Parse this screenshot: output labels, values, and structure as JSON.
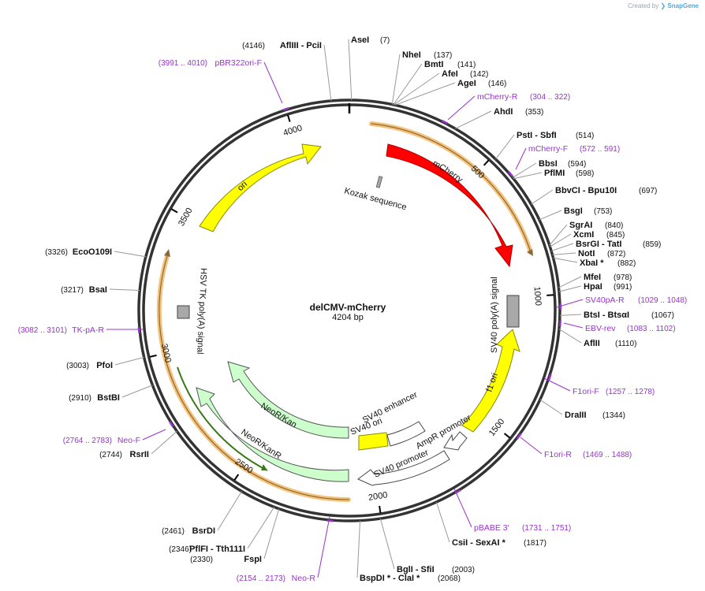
{
  "credit": {
    "prefix": "Created by",
    "brand": "SnapGene"
  },
  "plasmid": {
    "name": "delCMV-mCherry",
    "size_label": "4204 bp",
    "length": 4204
  },
  "colors": {
    "backbone": "#333333",
    "primer": "#9933cc",
    "orange_highlight": "#f5c27a",
    "mCherry": "#ff0000",
    "yellow_feature": "#ffff00",
    "neo_feature": "#ccffcc",
    "white_feature": "#ffffff",
    "polyA": "#a9a9a9",
    "neo_arrow": "#3a7a1a"
  },
  "ruler_ticks": [
    {
      "pos": 500,
      "label": "500"
    },
    {
      "pos": 1000,
      "label": "1000"
    },
    {
      "pos": 1500,
      "label": "1500"
    },
    {
      "pos": 2000,
      "label": "2000"
    },
    {
      "pos": 2500,
      "label": "2500"
    },
    {
      "pos": 3000,
      "label": "3000"
    },
    {
      "pos": 3500,
      "label": "3500"
    },
    {
      "pos": 4000,
      "label": "4000"
    }
  ],
  "sites": [
    {
      "name": "AseI",
      "pos": "(7)"
    },
    {
      "name": "NheI",
      "pos": "(137)"
    },
    {
      "name": "BmtI",
      "pos": "(141)"
    },
    {
      "name": "AfeI",
      "pos": "(142)"
    },
    {
      "name": "AgeI",
      "pos": "(146)"
    },
    {
      "name": "AhdI",
      "pos": "(353)"
    },
    {
      "name": "PstI  - SbfI",
      "pos": "(514)"
    },
    {
      "name": "BbsI",
      "pos": "(594)"
    },
    {
      "name": "PflMI",
      "pos": "(598)"
    },
    {
      "name": "BbvCI  - Bpu10I",
      "pos": "(697)"
    },
    {
      "name": "BsgI",
      "pos": "(753)"
    },
    {
      "name": "SgrAI",
      "pos": "(840)"
    },
    {
      "name": "XcmI",
      "pos": "(845)"
    },
    {
      "name": "BsrGI  - TatI",
      "pos": "(859)"
    },
    {
      "name": "NotI",
      "pos": "(872)"
    },
    {
      "name": "XbaI  *",
      "pos": "(882)"
    },
    {
      "name": "MfeI",
      "pos": "(978)"
    },
    {
      "name": "HpaI",
      "pos": "(991)"
    },
    {
      "name": "BtsI  - BtsαI",
      "pos": "(1067)"
    },
    {
      "name": "AflII",
      "pos": "(1110)"
    },
    {
      "name": "DraIII",
      "pos": "(1344)"
    },
    {
      "name": "CsiI  - SexAI  *",
      "pos": "(1817)"
    },
    {
      "name": "BglI  - SfiI",
      "pos": "(2003)"
    },
    {
      "name": "BspDI  *  - ClaI  *",
      "pos": "(2068)"
    },
    {
      "name": "FspI",
      "pos": "(2330)"
    },
    {
      "name": "PflFI  - Tth111I",
      "pos": "(2346)"
    },
    {
      "name": "BsrDI",
      "pos": "(2461)"
    },
    {
      "name": "RsrII",
      "pos": "(2744)"
    },
    {
      "name": "BstBI",
      "pos": "(2910)"
    },
    {
      "name": "PfoI",
      "pos": "(3003)"
    },
    {
      "name": "BsaI",
      "pos": "(3217)"
    },
    {
      "name": "EcoO109I",
      "pos": "(3326)"
    },
    {
      "name": "AflIII  - PciI",
      "pos": "(4146)"
    }
  ],
  "primers": [
    {
      "name": "mCherry-R",
      "range": "(304 .. 322)"
    },
    {
      "name": "mCherry-F",
      "range": "(572 .. 591)"
    },
    {
      "name": "SV40pA-R",
      "range": "(1029 .. 1048)"
    },
    {
      "name": "EBV-rev",
      "range": "(1083 .. 1102)"
    },
    {
      "name": "F1ori-F",
      "range": "(1257 .. 1278)"
    },
    {
      "name": "F1ori-R",
      "range": "(1469 .. 1488)"
    },
    {
      "name": "pBABE 3'",
      "range": "(1731 .. 1751)"
    },
    {
      "name": "Neo-R",
      "range": "(2154 .. 2173)"
    },
    {
      "name": "Neo-F",
      "range": "(2764 .. 2783)"
    },
    {
      "name": "TK-pA-R",
      "range": "(3082 .. 3101)"
    },
    {
      "name": "pBR322ori-F",
      "range": "(3991 .. 4010)"
    }
  ],
  "features": {
    "mCherry": "mCherry",
    "kozak": "Kozak sequence",
    "sv40_polyA": "SV40 poly(A) signal",
    "f1_ori": "f1 ori",
    "ampr_promoter": "AmpR promoter",
    "sv40_promoter": "SV40 promoter",
    "sv40_enhancer": "SV40 enhancer",
    "sv40_ori": "SV40 ori",
    "neo_inner": "NeoR/KanR",
    "neo_outer": "NeoR/KanR",
    "hsv_tk_polyA": "HSV TK poly(A) signal",
    "ori": "ori"
  }
}
